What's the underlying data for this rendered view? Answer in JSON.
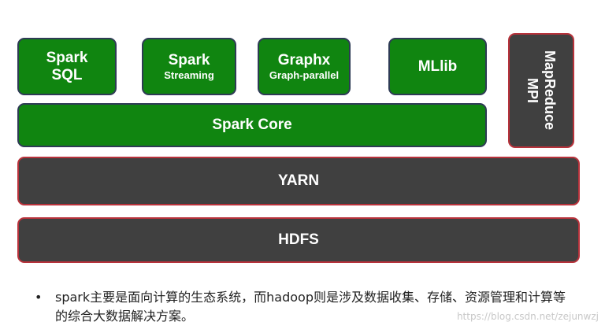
{
  "modules": {
    "spark_sql": [
      "Spark",
      "SQL"
    ],
    "spark_streaming": [
      "Spark",
      "Streaming"
    ],
    "graphx": [
      "Graphx",
      "Graph-parallel"
    ],
    "mllib": "MLlib",
    "mpi": [
      "MPI",
      "MapReduce"
    ]
  },
  "core": "Spark Core",
  "yarn": "YARN",
  "hdfs": "HDFS",
  "note": {
    "bullet": "•",
    "text": "spark主要是面向计算的生态系统，而hadoop则是涉及数据收集、存储、资源管理和计算等的综合大数据解决方案。"
  },
  "watermark": "https://blog.csdn.net/zejunwzj",
  "colors": {
    "green": "#108510",
    "dark": "#404040",
    "red_border": "#b8323b"
  }
}
